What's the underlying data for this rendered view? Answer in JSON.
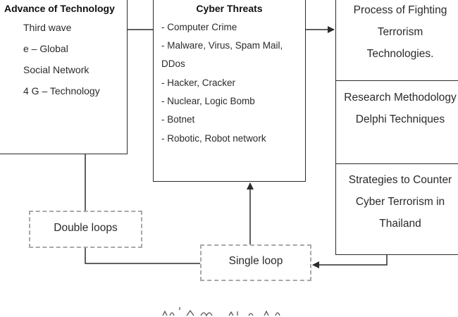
{
  "advance_box": {
    "title": "Advance of Technology",
    "items": [
      "Third wave",
      "e – Global",
      "Social Network",
      "4 G – Technology"
    ]
  },
  "threats_box": {
    "title": "Cyber Threats",
    "items": [
      "- Computer Crime",
      "- Malware, Virus, Spam Mail,",
      "DDos",
      "- Hacker, Cracker",
      "- Nuclear, Logic Bomb",
      "- Botnet",
      "- Robotic, Robot network"
    ]
  },
  "right_column": {
    "process": [
      "Process of Fighting",
      "Terrorism",
      "Technologies."
    ],
    "research": [
      "Research Methodology",
      "Delphi Techniques"
    ],
    "strategies": [
      "Strategies to Counter",
      "Cyber Terrorism in",
      "Thailand"
    ]
  },
  "loops": {
    "double": "Double loops",
    "single": "Single loop"
  },
  "colors": {
    "box_border": "#2b2b2b",
    "dashed_border": "#a8a8a8",
    "connector": "#2b2b2b"
  }
}
